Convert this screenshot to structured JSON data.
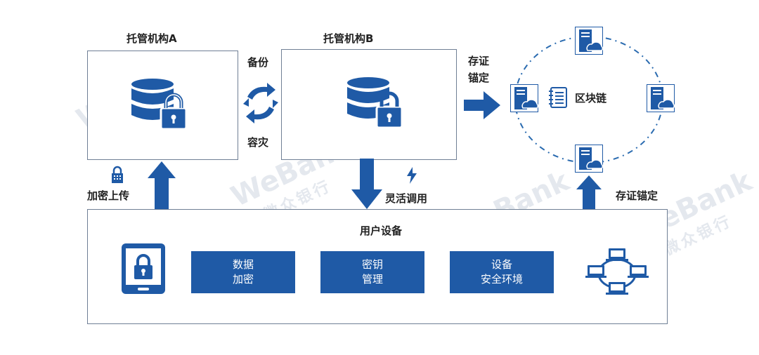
{
  "institutions": {
    "a_title": "托管机构A",
    "b_title": "托管机构B"
  },
  "sync": {
    "backup": "备份",
    "disaster_recovery": "容灾"
  },
  "anchor": {
    "top": "存证",
    "bottom": "锚定",
    "right_label": "存证锚定"
  },
  "blockchain": {
    "label": "区块链"
  },
  "upload": {
    "label": "加密上传"
  },
  "flex_call": {
    "label": "灵活调用"
  },
  "user_devices": {
    "title": "用户设备",
    "buttons": [
      {
        "line1": "数据",
        "line2": "加密"
      },
      {
        "line1": "密钥",
        "line2": "管理"
      },
      {
        "line1": "设备",
        "line2": "安全环境"
      }
    ]
  },
  "watermark": {
    "en": "WeBank",
    "cn": "微众银行"
  },
  "colors": {
    "primary": "#1f5aa6",
    "border": "#6f7f95",
    "dash": "#2a6bb0"
  }
}
